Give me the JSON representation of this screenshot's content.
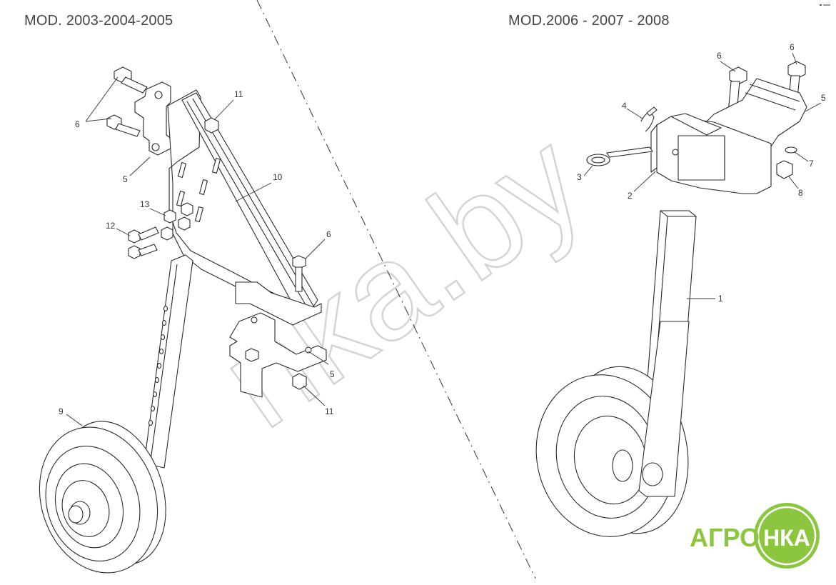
{
  "header": {
    "left_title": "MOD. 2003-2004-2005",
    "right_title": "MOD.2006 - 2007 - 2008"
  },
  "callouts": {
    "left": {
      "n6a": "6",
      "n5a": "5",
      "n11a": "11",
      "n10": "10",
      "n13": "13",
      "n12": "12",
      "n6b": "6",
      "n5b": "5",
      "n11b": "11",
      "n9": "9"
    },
    "right": {
      "n6a": "6",
      "n6b": "6",
      "n5": "5",
      "n4": "4",
      "n3": "3",
      "n2": "2",
      "n7": "7",
      "n8": "8",
      "n1": "1"
    }
  },
  "watermark": {
    "text": "nka.by"
  },
  "logo": {
    "left_text": "АГРО",
    "right_text": "НКА",
    "color": "#8cc63f"
  },
  "colors": {
    "line": "#2a2a2a",
    "watermark": "#d4d4d4",
    "logo_green": "#8cc63f"
  }
}
